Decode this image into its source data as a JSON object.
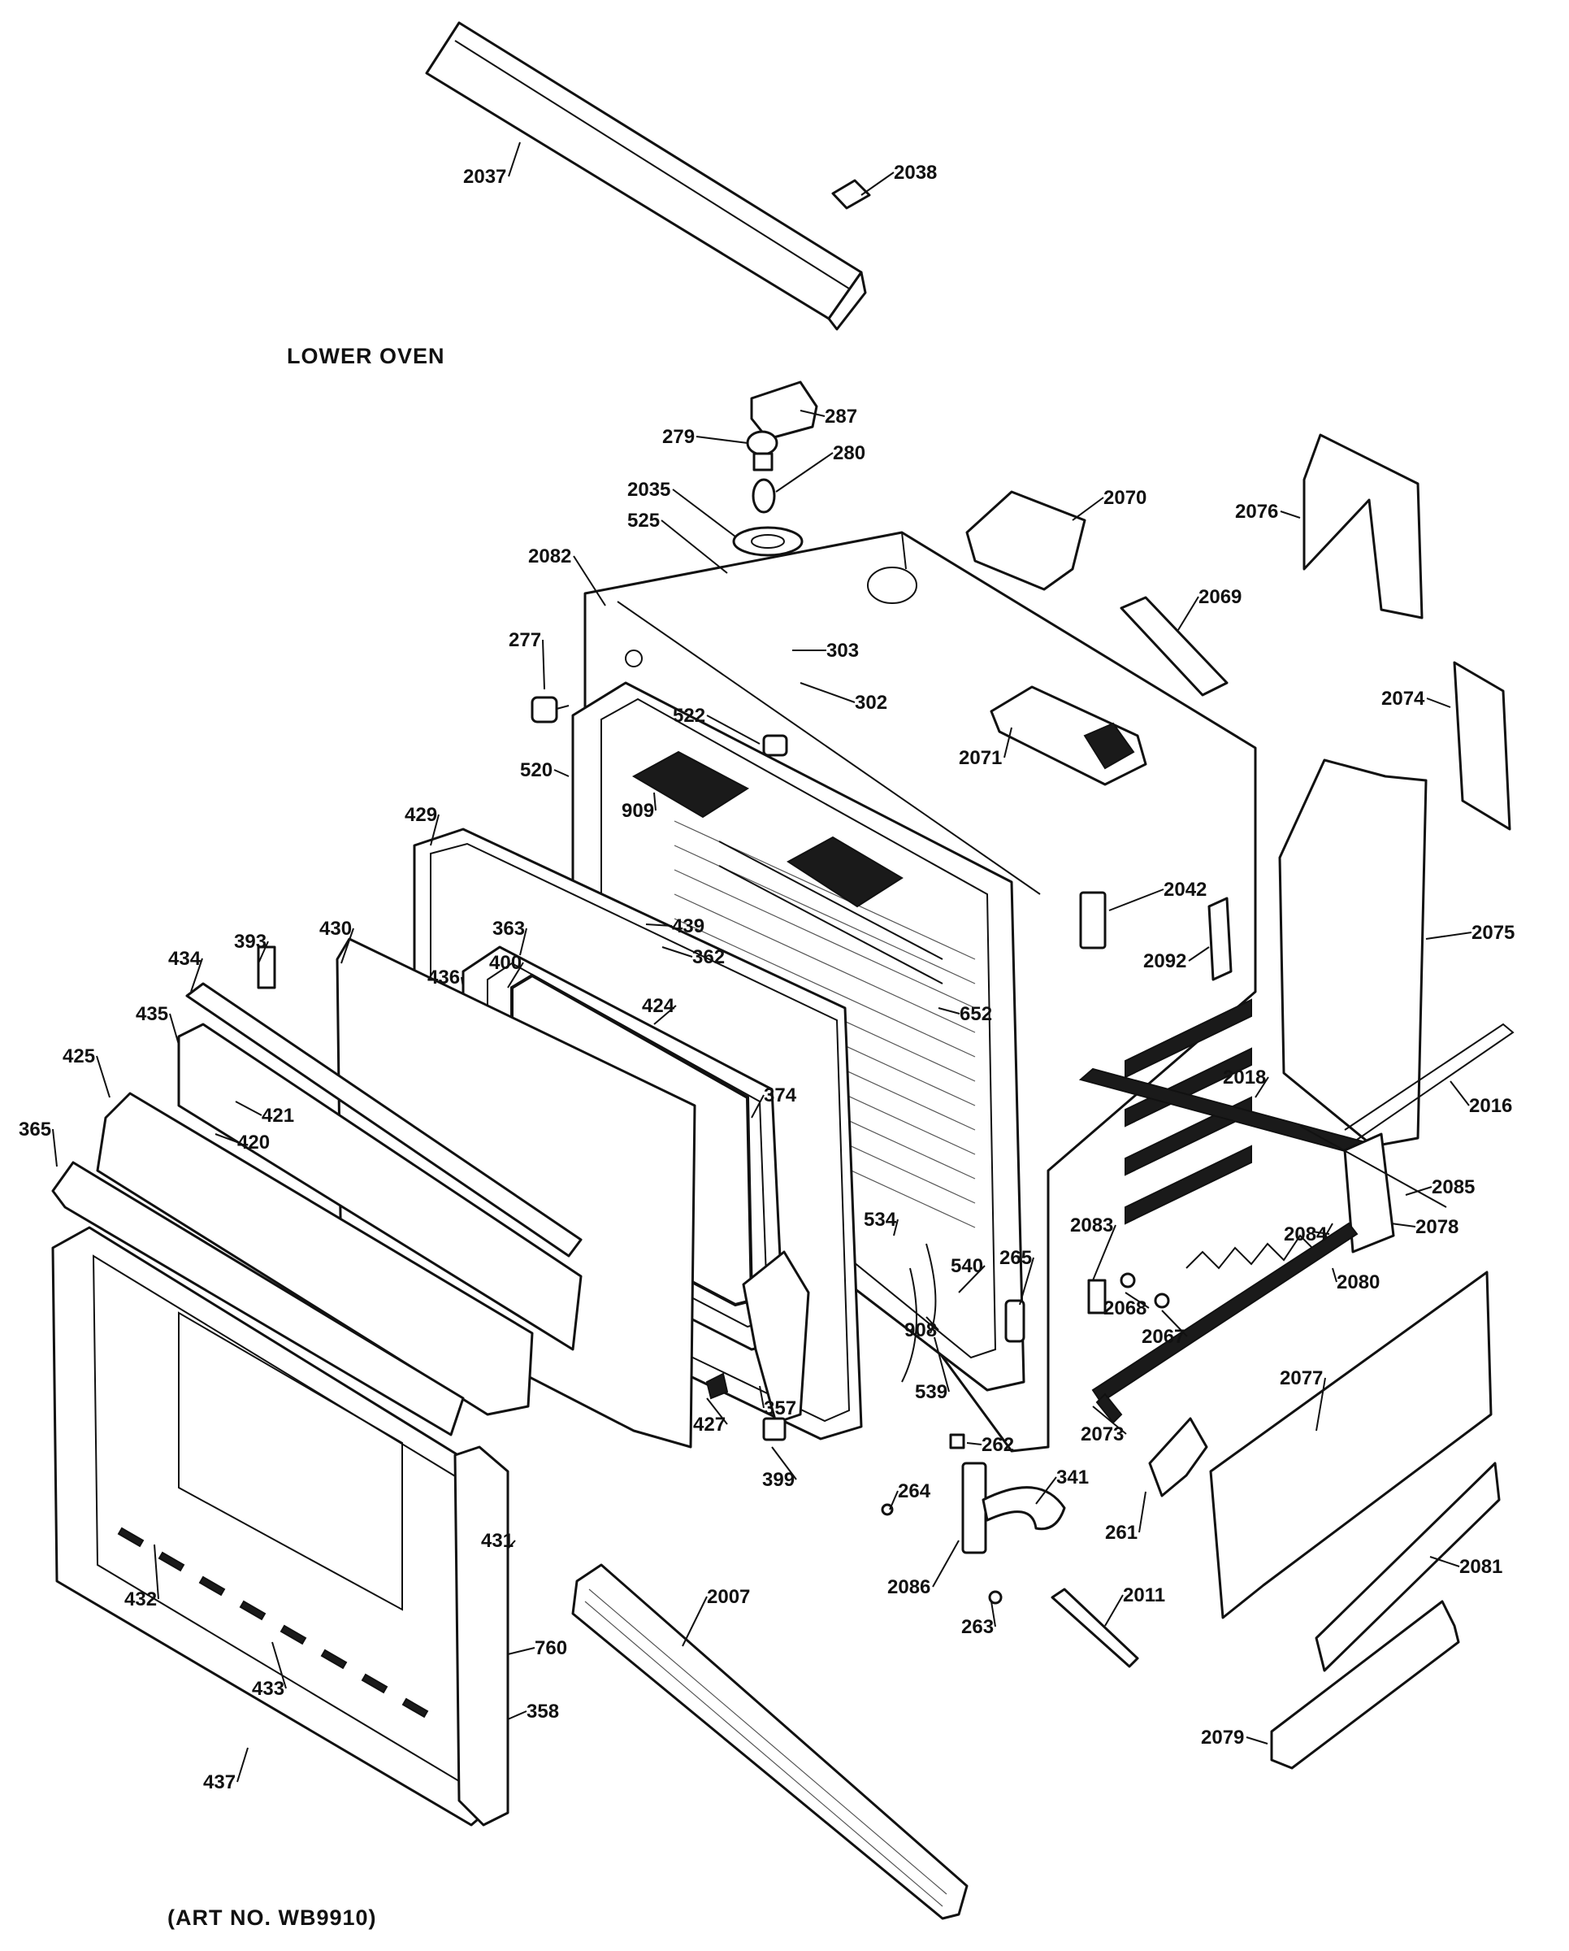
{
  "heading": "LOWER OVEN",
  "art_number": "(ART NO. WB9910)",
  "callouts": [
    "2037",
    "2038",
    "287",
    "279",
    "280",
    "2035",
    "525",
    "2082",
    "277",
    "303",
    "302",
    "522",
    "520",
    "909",
    "2070",
    "2076",
    "2069",
    "2074",
    "2071",
    "429",
    "439",
    "362",
    "363",
    "400",
    "393",
    "430",
    "434",
    "436",
    "424",
    "2042",
    "2092",
    "2075",
    "435",
    "421",
    "420",
    "652",
    "374",
    "425",
    "365",
    "2018",
    "2016",
    "2085",
    "2078",
    "2084",
    "2080",
    "534",
    "540",
    "265",
    "2083",
    "2068",
    "2067",
    "908",
    "539",
    "427",
    "357",
    "2073",
    "2077",
    "399",
    "262",
    "264",
    "341",
    "261",
    "431",
    "432",
    "2007",
    "2086",
    "263",
    "2011",
    "2081",
    "433",
    "760",
    "358",
    "2079",
    "437"
  ]
}
